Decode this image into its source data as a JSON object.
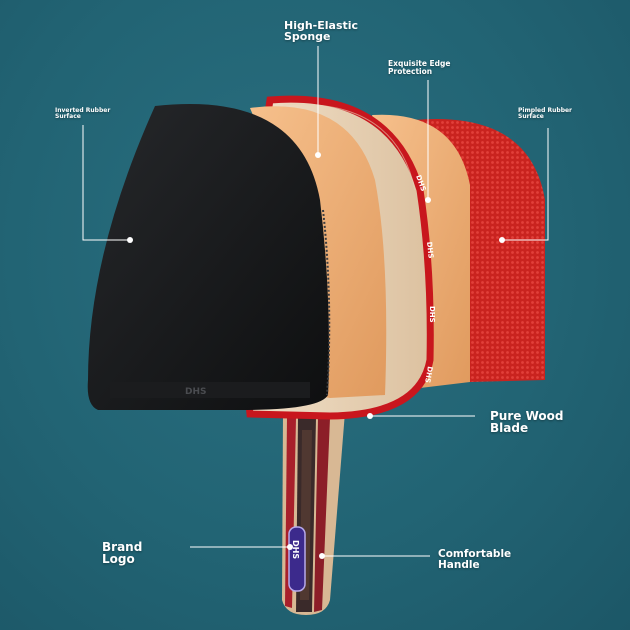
{
  "labels": {
    "sponge": "High-Elastic\n Sponge",
    "edge": "Exquisite Edge\n   Protection",
    "inverted": "Inverted Rubber\n  Surface",
    "pimpled": "Pimpled Rubber\n  Surface",
    "blade": "Pure Wood\n Blade",
    "logo": "Brand\n Logo",
    "handle": "Comfortable\n Handle"
  },
  "product_text": {
    "brand": "DHS"
  },
  "colors": {
    "background": "#226474",
    "inverted_rubber": "#151618",
    "sponge": "#f0b07a",
    "blade_wood": "#e8d3b8",
    "edge_tape": "#c8161d",
    "pimpled_rubber": "#c9231f",
    "logo_badge": "#3c2a8c"
  }
}
